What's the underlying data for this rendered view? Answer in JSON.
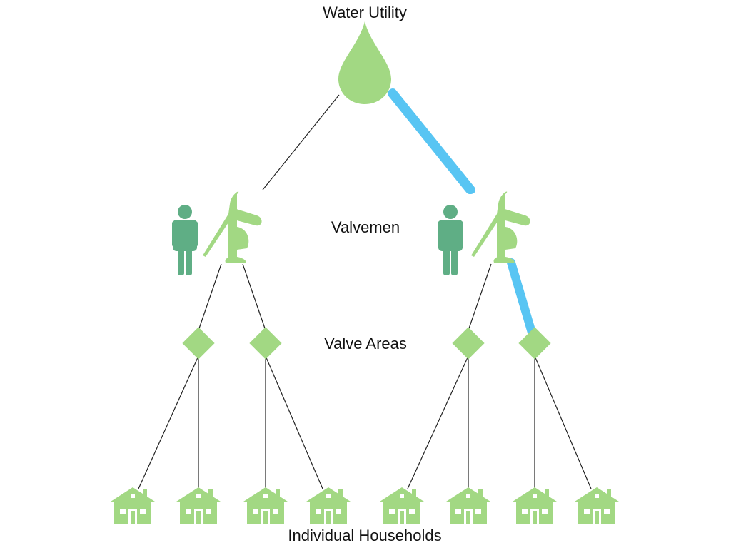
{
  "title": "",
  "labels": {
    "water_utility": "Water Utility",
    "valvemen": "Valvemen",
    "valve_areas": "Valve Areas",
    "individual_households": "Individual Households"
  },
  "colors": {
    "node_green": "#a2d883",
    "person_green": "#5fae85",
    "highlight_path": "#58c5f3",
    "connector_line": "#222222",
    "background": "#ffffff"
  },
  "hierarchy": {
    "root": {
      "type": "water-drop-icon",
      "children": [
        {
          "type": "valveman-with-pump",
          "highlighted": false,
          "children": [
            {
              "type": "valve-area",
              "highlighted": false,
              "households": 2,
              "highlighted_household": null
            },
            {
              "type": "valve-area",
              "highlighted": false,
              "households": 2,
              "highlighted_household": null
            }
          ]
        },
        {
          "type": "valveman-with-pump",
          "highlighted": true,
          "children": [
            {
              "type": "valve-area",
              "highlighted": false,
              "households": 2,
              "highlighted_household": null
            },
            {
              "type": "valve-area",
              "highlighted": true,
              "households": 2,
              "highlighted_household": null
            }
          ]
        }
      ]
    }
  }
}
